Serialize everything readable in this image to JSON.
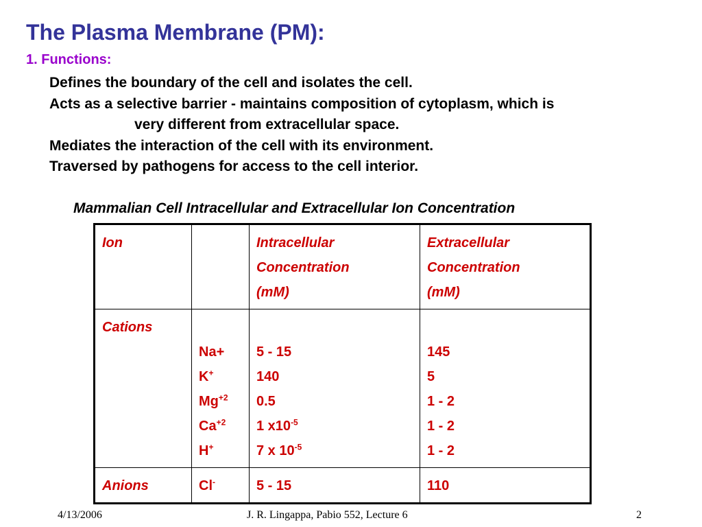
{
  "slide": {
    "title": "The Plasma Membrane (PM):",
    "section_heading": "1. Functions:",
    "bullets": [
      "Defines the boundary of the cell and isolates the cell.",
      "Acts as a selective barrier - maintains composition of cytoplasm, which is",
      "very different from extracellular space.",
      "Mediates the interaction of the cell with its environment.",
      "Traversed by pathogens for access to the cell interior."
    ],
    "table_caption": "Mammalian Cell Intracellular and Extracellular Ion Concentration"
  },
  "table": {
    "header": {
      "ion": "Ion",
      "symbol": "",
      "intracellular": [
        "Intracellular",
        "Concentration",
        "(mM)"
      ],
      "extracellular": [
        "Extracellular",
        "Concentration",
        "(mM)"
      ]
    },
    "cations": {
      "label": "Cations",
      "rows": [
        {
          "ion": "Na+",
          "sup": "",
          "intra": "5 - 15",
          "intra_sup": "",
          "extra": "145"
        },
        {
          "ion": "K",
          "sup": "+",
          "intra": "140",
          "intra_sup": "",
          "extra": "5"
        },
        {
          "ion": "Mg",
          "sup": "+2",
          "intra": "0.5",
          "intra_sup": "",
          "extra": "1 - 2"
        },
        {
          "ion": "Ca",
          "sup": "+2",
          "intra": "1 x10",
          "intra_sup": "-5",
          "extra": "1 - 2"
        },
        {
          "ion": "H",
          "sup": "+",
          "intra": "7 x 10",
          "intra_sup": "-5",
          "extra": "1 - 2"
        }
      ]
    },
    "anions": {
      "label": "Anions",
      "ion": "Cl",
      "sup": "-",
      "intra": "5 - 15",
      "extra": "110"
    }
  },
  "footer": {
    "date": "4/13/2006",
    "course": "J. R. Lingappa, Pabio 552, Lecture 6",
    "page_number": "2"
  },
  "colors": {
    "title": "#333399",
    "section_heading": "#9900cc",
    "table_text": "#cc0000"
  }
}
